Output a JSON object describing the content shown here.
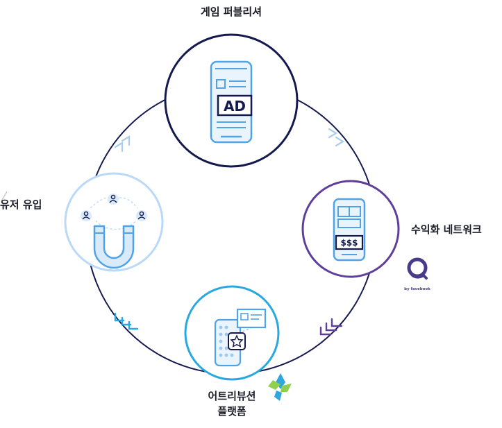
{
  "nodes": {
    "publisher": {
      "label": "게임 퍼블리셔",
      "ad_text": "AD"
    },
    "monetization": {
      "label": "수익화 네트워크",
      "price_text": "$$$"
    },
    "attribution": {
      "label_line1": "어트리뷰션",
      "label_line2": "플랫폼"
    },
    "acquisition": {
      "label": "유저 유입"
    }
  },
  "brand": {
    "byline": "by facebook"
  },
  "colors": {
    "publisher_ring": "#151a4e",
    "monetization_ring": "#5f3f99",
    "attribution_ring": "#27a8e0",
    "acquisition_ring": "#b9d9f7",
    "cycle_line": "#151a4e",
    "phone_blue": "#4fa3e6",
    "phone_fill": "#eaf4fd",
    "chevron_light": "#a9cdee",
    "chevron_purple": "#5f3f99"
  }
}
